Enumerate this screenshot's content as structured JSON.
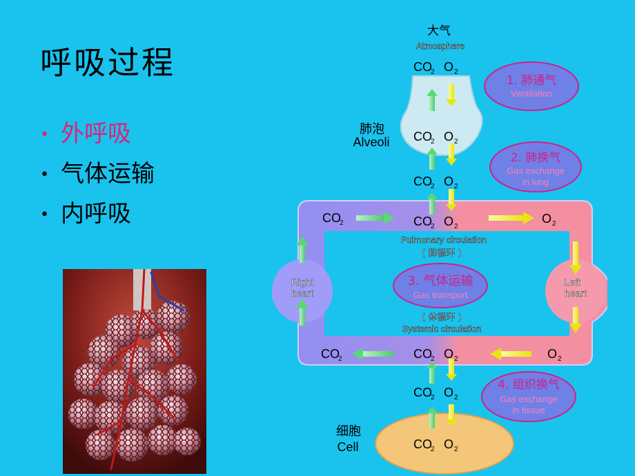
{
  "title": "呼吸过程",
  "bullets": [
    {
      "label": "外呼吸",
      "active": true
    },
    {
      "label": "气体运输",
      "active": false
    },
    {
      "label": "内呼吸",
      "active": false
    }
  ],
  "diagram": {
    "atmosphere_cn": "大气",
    "atmosphere_en": "Atmosphere",
    "alveoli_cn": "肺泡",
    "alveoli_en": "Alveoli",
    "cell_cn": "细胞",
    "cell_en": "Cell",
    "co2": "CO",
    "o2": "O",
    "sub2": "2",
    "step1_cn": "1. 肺通气",
    "step1_en": "Ventilation",
    "step2_cn": "2. 肺换气",
    "step2_en_1": "Gas exchange",
    "step2_en_2": "in lung",
    "step3_cn": "3. 气体运输",
    "step3_en": "Gas transport",
    "step4_cn": "4. 组织换气",
    "step4_en_1": "Gas exchange",
    "step4_en_2": "in tissue",
    "pulmonary_en": "Pulmonary circulation",
    "pulmonary_cn": "( 肺循环 )",
    "systemic_cn": "( 体循环 )",
    "systemic_en": "Systemic circulation",
    "right_heart_1": "Right",
    "right_heart_2": "heart",
    "left_heart_1": "Left",
    "left_heart_2": "heart"
  },
  "colors": {
    "background": "#19c3ee",
    "accent": "#e0207a",
    "loop_blue": "#8f8ff5",
    "loop_pink": "#f48fa2",
    "green_arrow": "#7ee89a",
    "yellow_arrow": "#f3f338",
    "ellipse_fill": "#6f80e6",
    "ellipse_text": "#d0208a",
    "cell_fill": "#f3c67a",
    "alveoli_fill": "#cdeaf2"
  },
  "icons": [
    "green-up-arrow-icon",
    "yellow-down-arrow-icon"
  ]
}
